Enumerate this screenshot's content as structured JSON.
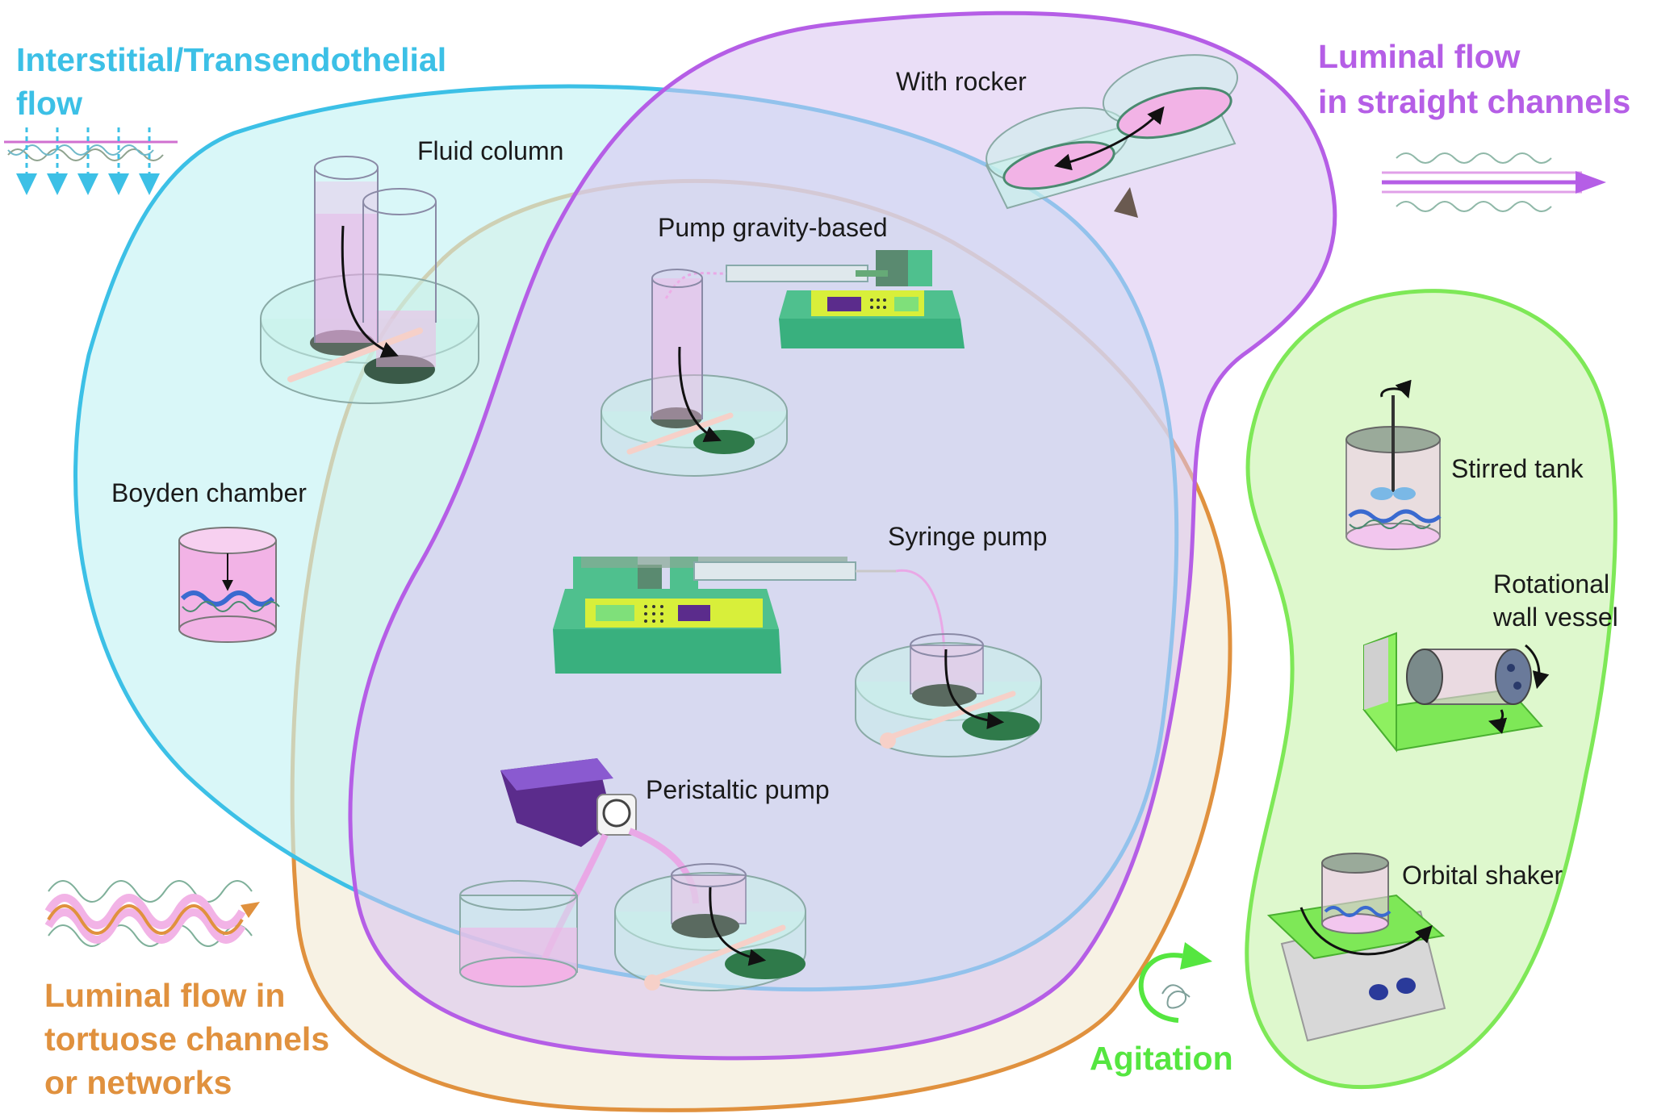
{
  "categories": {
    "interstitial": {
      "line1": "Interstitial/Transendothelial",
      "line2": "flow",
      "color": "#3cc0e6"
    },
    "luminal_straight": {
      "line1": "Luminal flow",
      "line2": "in straight channels",
      "color": "#b55ee6"
    },
    "luminal_tortuose": {
      "line1": "Luminal flow in",
      "line2": "tortuose channels",
      "line3": "or networks",
      "color": "#e0913e"
    },
    "agitation": {
      "line1": "Agitation",
      "color": "#55e640"
    }
  },
  "devices": {
    "fluid_column": "Fluid column",
    "boyden_chamber": "Boyden chamber",
    "with_rocker": "With rocker",
    "pump_gravity": "Pump gravity-based",
    "syringe_pump": "Syringe pump",
    "peristaltic_pump": "Peristaltic pump",
    "stirred_tank": "Stirred tank",
    "rotational_wall_vessel_line1": "Rotational",
    "rotational_wall_vessel_line2": "wall vessel",
    "orbital_shaker": "Orbital shaker"
  },
  "colors": {
    "pink_fluid": "#f2b3e6",
    "gel_dark": "#5a6a60",
    "gel_green": "#2f7a4a",
    "dish": "#c8f2ea",
    "pump_green": "#39b07e",
    "pump_lime": "#d8ef3a",
    "pump_purple": "#5b2c8c"
  }
}
